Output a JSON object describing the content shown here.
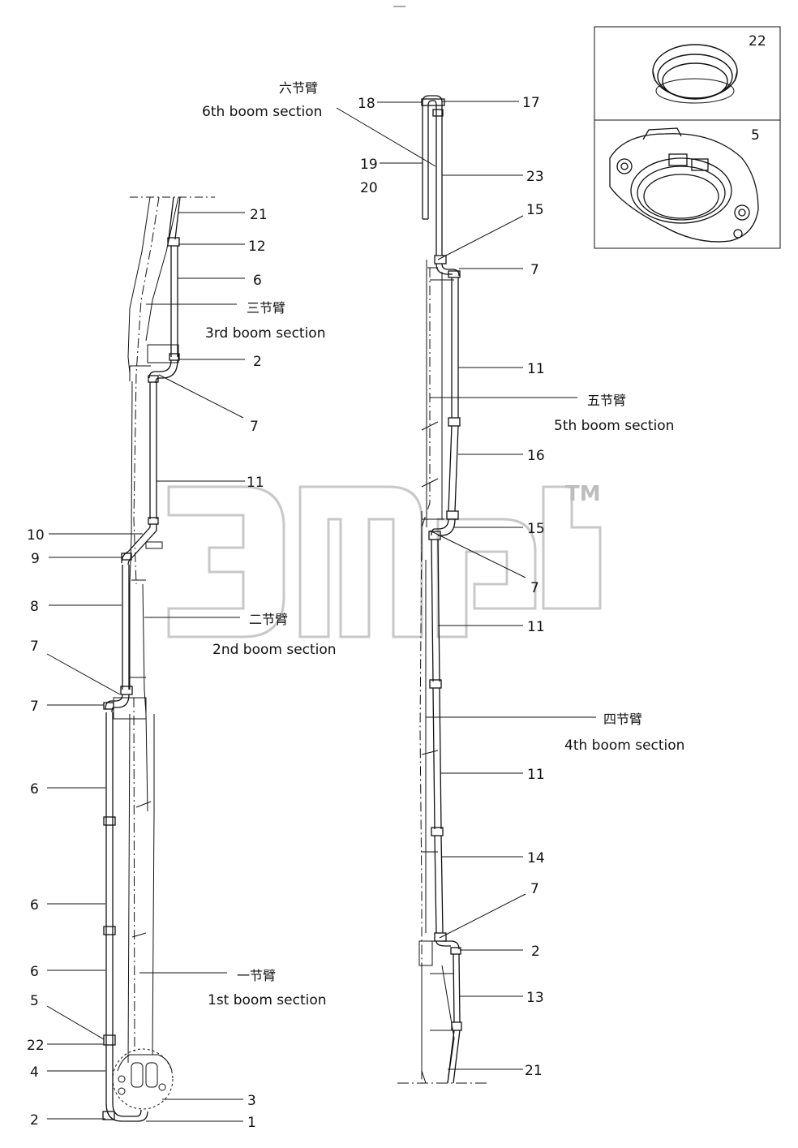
{
  "parts": {
    "p1": "1",
    "p2": "2",
    "p3": "3",
    "p4": "4",
    "p5": "5",
    "p6": "6",
    "p7": "7",
    "p8": "8",
    "p9": "9",
    "p10": "10",
    "p11": "11",
    "p12": "12",
    "p13": "13",
    "p14": "14",
    "p15": "15",
    "p16": "16",
    "p17": "17",
    "p18": "18",
    "p19": "19",
    "p20": "20",
    "p21": "21",
    "p22": "22",
    "p23": "23"
  },
  "sections": {
    "s1_cn": "一节臂",
    "s1_en": "1st boom section",
    "s2_cn": "二节臂",
    "s2_en": "2nd boom section",
    "s3_cn": "三节臂",
    "s3_en": "3rd boom section",
    "s4_cn": "四节臂",
    "s4_en": "4th boom section",
    "s5_cn": "五节臂",
    "s5_en": "5th boom section",
    "s6_cn": "六节臂",
    "s6_en": "6th boom section"
  },
  "watermark": {
    "tm": "TM"
  },
  "colors": {
    "line": "#111111",
    "watermark": "#c8c8c8"
  }
}
